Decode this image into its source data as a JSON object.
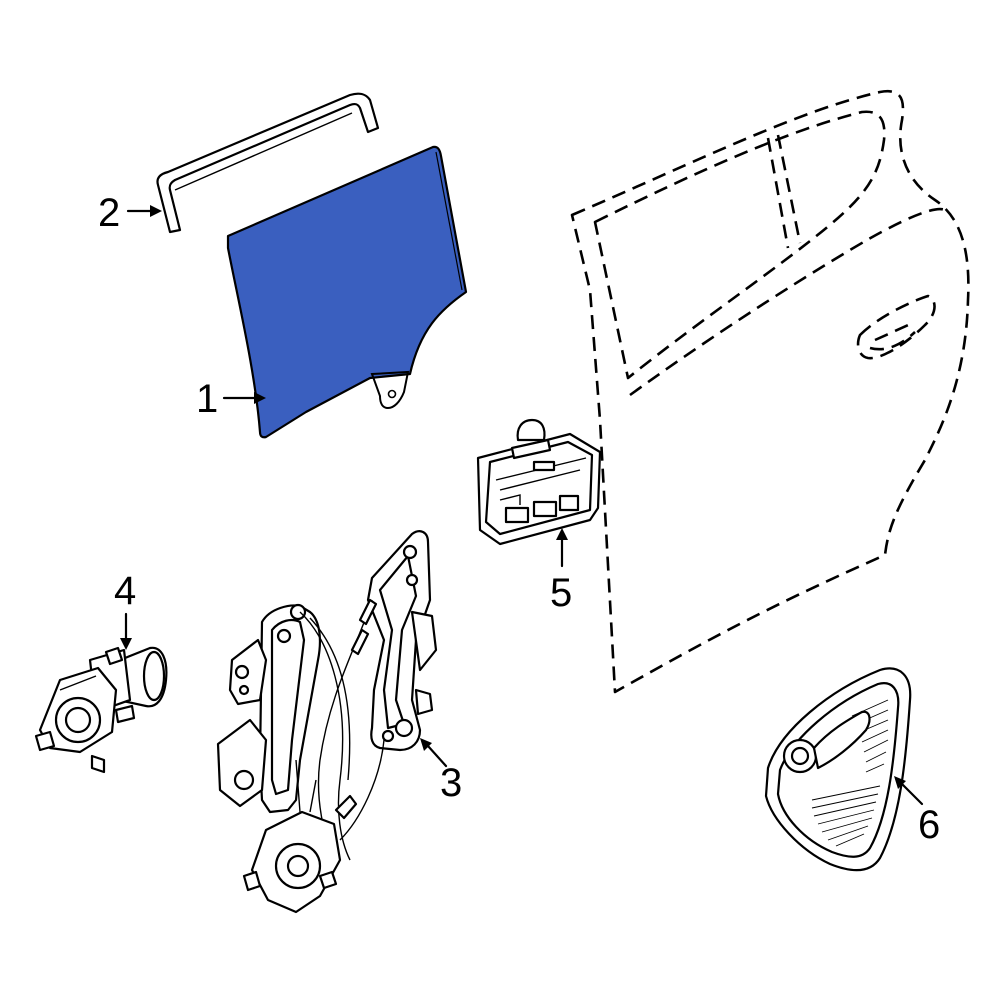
{
  "callouts": {
    "c1": "1",
    "c2": "2",
    "c3": "3",
    "c4": "4",
    "c5": "5",
    "c6": "6"
  },
  "colors": {
    "highlight": "#3a5fbf",
    "line": "#000000",
    "background": "#ffffff"
  }
}
